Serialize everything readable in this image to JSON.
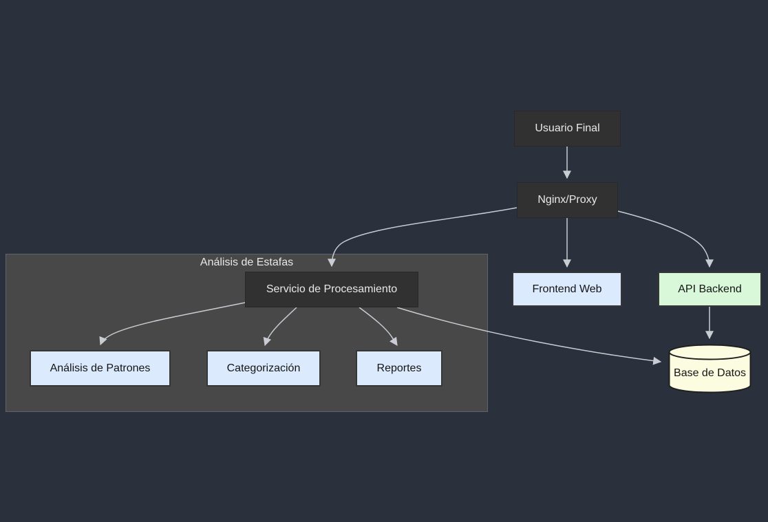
{
  "diagram": {
    "type": "flowchart",
    "direction": "top-down",
    "subgraph": {
      "title": "Análisis de Estafas"
    },
    "nodes": {
      "usuario_final": {
        "label": "Usuario Final",
        "shape": "rect",
        "style": "dark"
      },
      "nginx_proxy": {
        "label": "Nginx/Proxy",
        "shape": "rect",
        "style": "dark"
      },
      "servicio_procesamiento": {
        "label": "Servicio de Procesamiento",
        "shape": "rect",
        "style": "dark"
      },
      "frontend_web": {
        "label": "Frontend Web",
        "shape": "rect",
        "style": "blue"
      },
      "api_backend": {
        "label": "API Backend",
        "shape": "rect",
        "style": "green"
      },
      "analisis_patrones": {
        "label": "Análisis de Patrones",
        "shape": "rect",
        "style": "blue"
      },
      "categorizacion": {
        "label": "Categorización",
        "shape": "rect",
        "style": "blue"
      },
      "reportes": {
        "label": "Reportes",
        "shape": "rect",
        "style": "blue"
      },
      "base_de_datos": {
        "label": "Base de Datos",
        "shape": "cylinder",
        "style": "yellow"
      }
    },
    "edges": [
      {
        "from": "Usuario Final",
        "to": "Nginx/Proxy"
      },
      {
        "from": "Nginx/Proxy",
        "to": "Servicio de Procesamiento"
      },
      {
        "from": "Nginx/Proxy",
        "to": "Frontend Web"
      },
      {
        "from": "Nginx/Proxy",
        "to": "API Backend"
      },
      {
        "from": "Servicio de Procesamiento",
        "to": "Análisis de Patrones"
      },
      {
        "from": "Servicio de Procesamiento",
        "to": "Categorización"
      },
      {
        "from": "Servicio de Procesamiento",
        "to": "Reportes"
      },
      {
        "from": "Servicio de Procesamiento",
        "to": "Base de Datos"
      },
      {
        "from": "API Backend",
        "to": "Base de Datos"
      }
    ],
    "colors": {
      "background": "#2a303c",
      "subgraph_fill": "#484848",
      "subgraph_border": "#5d6470",
      "dark_node_fill": "#313131",
      "dark_node_text": "#e8e8e8",
      "blue_node_fill": "#dbeafd",
      "green_node_fill": "#d9f7d9",
      "cylinder_fill": "#fcfce1",
      "node_border": "#363636",
      "node_text": "#141414",
      "edge_stroke": "#c9ccd2"
    }
  }
}
